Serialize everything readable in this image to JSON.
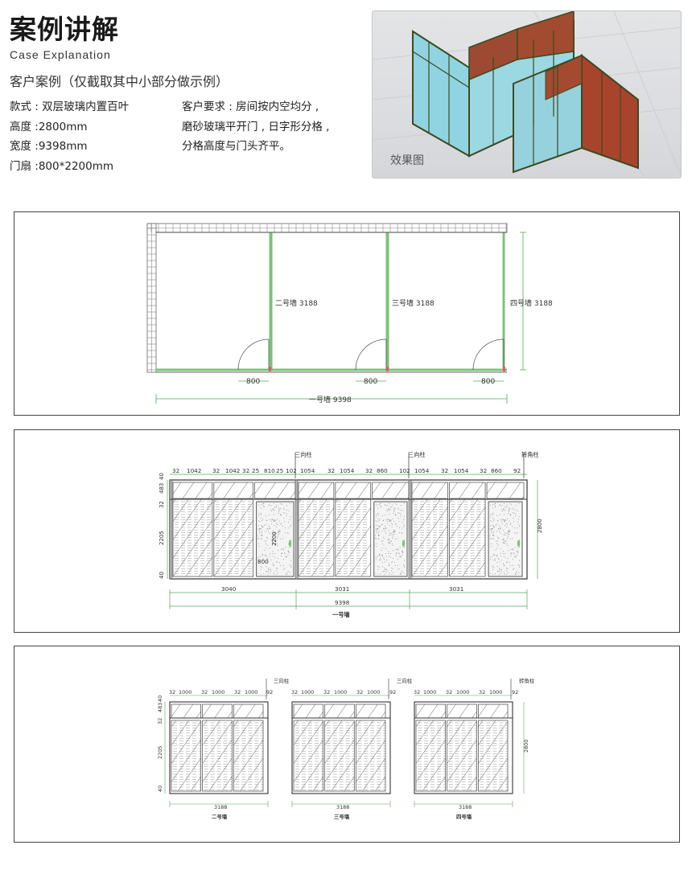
{
  "header": {
    "title": "案例讲解",
    "subtitle_en": "Case Explanation",
    "case_line": "客户案例（仅截取其中小部分做示例）"
  },
  "specs": [
    "款式 : 双层玻璃内置百叶",
    "高度 :2800mm",
    "宽度 :9398mm",
    "门扇 :800*2200mm"
  ],
  "requirements": [
    "客户要求 : 房间按内空均分 ,",
    "磨砂玻璃平开门 , 日字形分格 ,",
    "分格高度与门头齐平。"
  ],
  "effect_image": {
    "label": "效果图"
  },
  "floor_plan": {
    "wall2": "二号墙 3188",
    "wall3": "三号墙 3188",
    "wall4": "四号墙 3188",
    "door": "800",
    "total": "一号墙 9398"
  },
  "elev1": {
    "top_dims": [
      "32",
      "1042",
      "32",
      "1042",
      "32",
      "25",
      "810",
      "25",
      "102",
      "1054",
      "32",
      "1054",
      "32",
      "860",
      "102",
      "1054",
      "32",
      "1054",
      "32",
      "860",
      "92"
    ],
    "pillar_a": "三向柱",
    "pillar_b": "三向柱",
    "pillar_c": "转角柱",
    "left_dims": [
      "40",
      "483",
      "32",
      "2205",
      "40"
    ],
    "door_h": "2200",
    "door_w": "800",
    "height": "2800",
    "bottom_dims": [
      "3040",
      "3031",
      "3031"
    ],
    "total": "9398",
    "name": "一号墙"
  },
  "elev2": {
    "top_dims": [
      "32",
      "1000",
      "32",
      "1000",
      "32",
      "1000",
      "92"
    ],
    "pillar_a": "三向柱",
    "pillar_b": "三向柱",
    "pillar_c": "转角柱",
    "left_dims": [
      "40",
      "483",
      "32",
      "2205",
      "40"
    ],
    "height": "2800",
    "width": "3188",
    "names": [
      "二号墙",
      "三号墙",
      "四号墙"
    ]
  }
}
